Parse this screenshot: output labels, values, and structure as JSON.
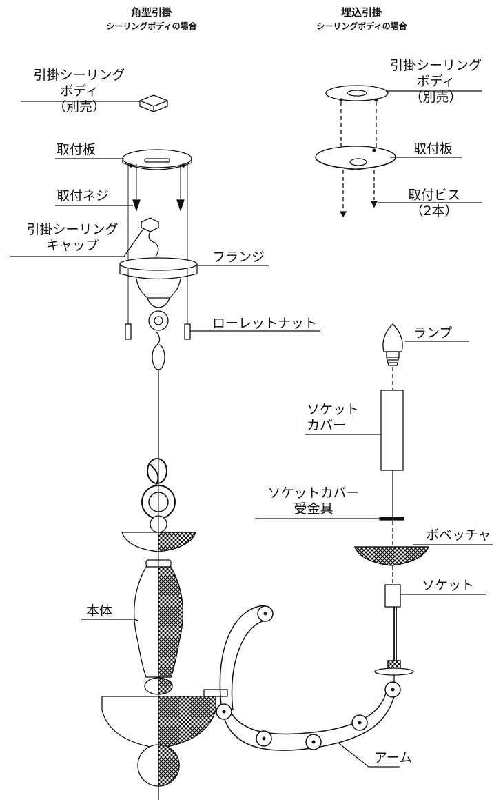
{
  "headers": {
    "left": {
      "title": "角型引掛",
      "subtitle": "シーリングボディの場合"
    },
    "right": {
      "title": "埋込引掛",
      "subtitle": "シーリングボディの場合"
    }
  },
  "labels": {
    "left_ceiling_body": [
      "引掛シーリング",
      "ボディ",
      "（別売）"
    ],
    "left_mount_plate": "取付板",
    "mount_screw": "取付ネジ",
    "ceiling_cap": [
      "引掛シーリング",
      "キャップ"
    ],
    "flange": "フランジ",
    "knurled_nut": "ローレットナット",
    "right_ceiling_body": [
      "引掛シーリング",
      "ボディ",
      "（別売）"
    ],
    "right_mount_plate": "取付板",
    "mount_bis": [
      "取付ビス",
      "（2本）"
    ],
    "lamp": "ランプ",
    "socket_cover": [
      "ソケット",
      "カバー"
    ],
    "socket_cover_bracket": [
      "ソケットカバー",
      "受金具"
    ],
    "bobeche": "ボベッチャ",
    "socket": "ソケット",
    "body": "本体",
    "arm": "アーム"
  }
}
